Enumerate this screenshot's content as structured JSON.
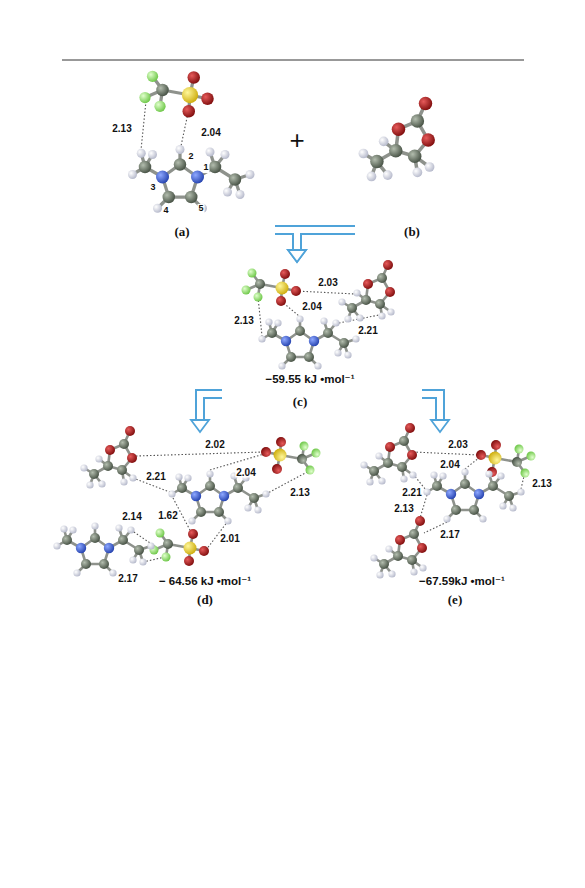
{
  "diagram": {
    "nodes": [
      {
        "text": [
          "(a)"
        ]
      },
      {
        "text": [
          "(b)"
        ]
      },
      {
        "text": [
          "−59.55 kJ •mol⁻¹",
          "(c)"
        ]
      },
      {
        "text": [
          "− 64.56 kJ •mol⁻¹",
          "(d)"
        ]
      },
      {
        "text": [
          "−67.59kJ •mol⁻¹",
          "(e)"
        ]
      }
    ],
    "edges": [
      {
        "from": 0,
        "to": 2,
        "arrow": "to"
      },
      {
        "from": 1,
        "to": 2,
        "arrow": "to"
      },
      {
        "from": 2,
        "to": 3,
        "arrow": "to"
      },
      {
        "from": 2,
        "to": 4,
        "arrow": "to"
      }
    ],
    "labels": [
      "2.13",
      "2.04",
      "2",
      "1",
      "3",
      "4",
      "5",
      "+",
      "2.13",
      "2.04",
      "2.03",
      "2.21",
      "2.02",
      "2.04",
      "2.21",
      "2.13",
      "1.62",
      "2.01",
      "2.14",
      "2.17",
      "2.03",
      "2.21",
      "2.04",
      "2.13",
      "2.13",
      "2.17"
    ]
  }
}
